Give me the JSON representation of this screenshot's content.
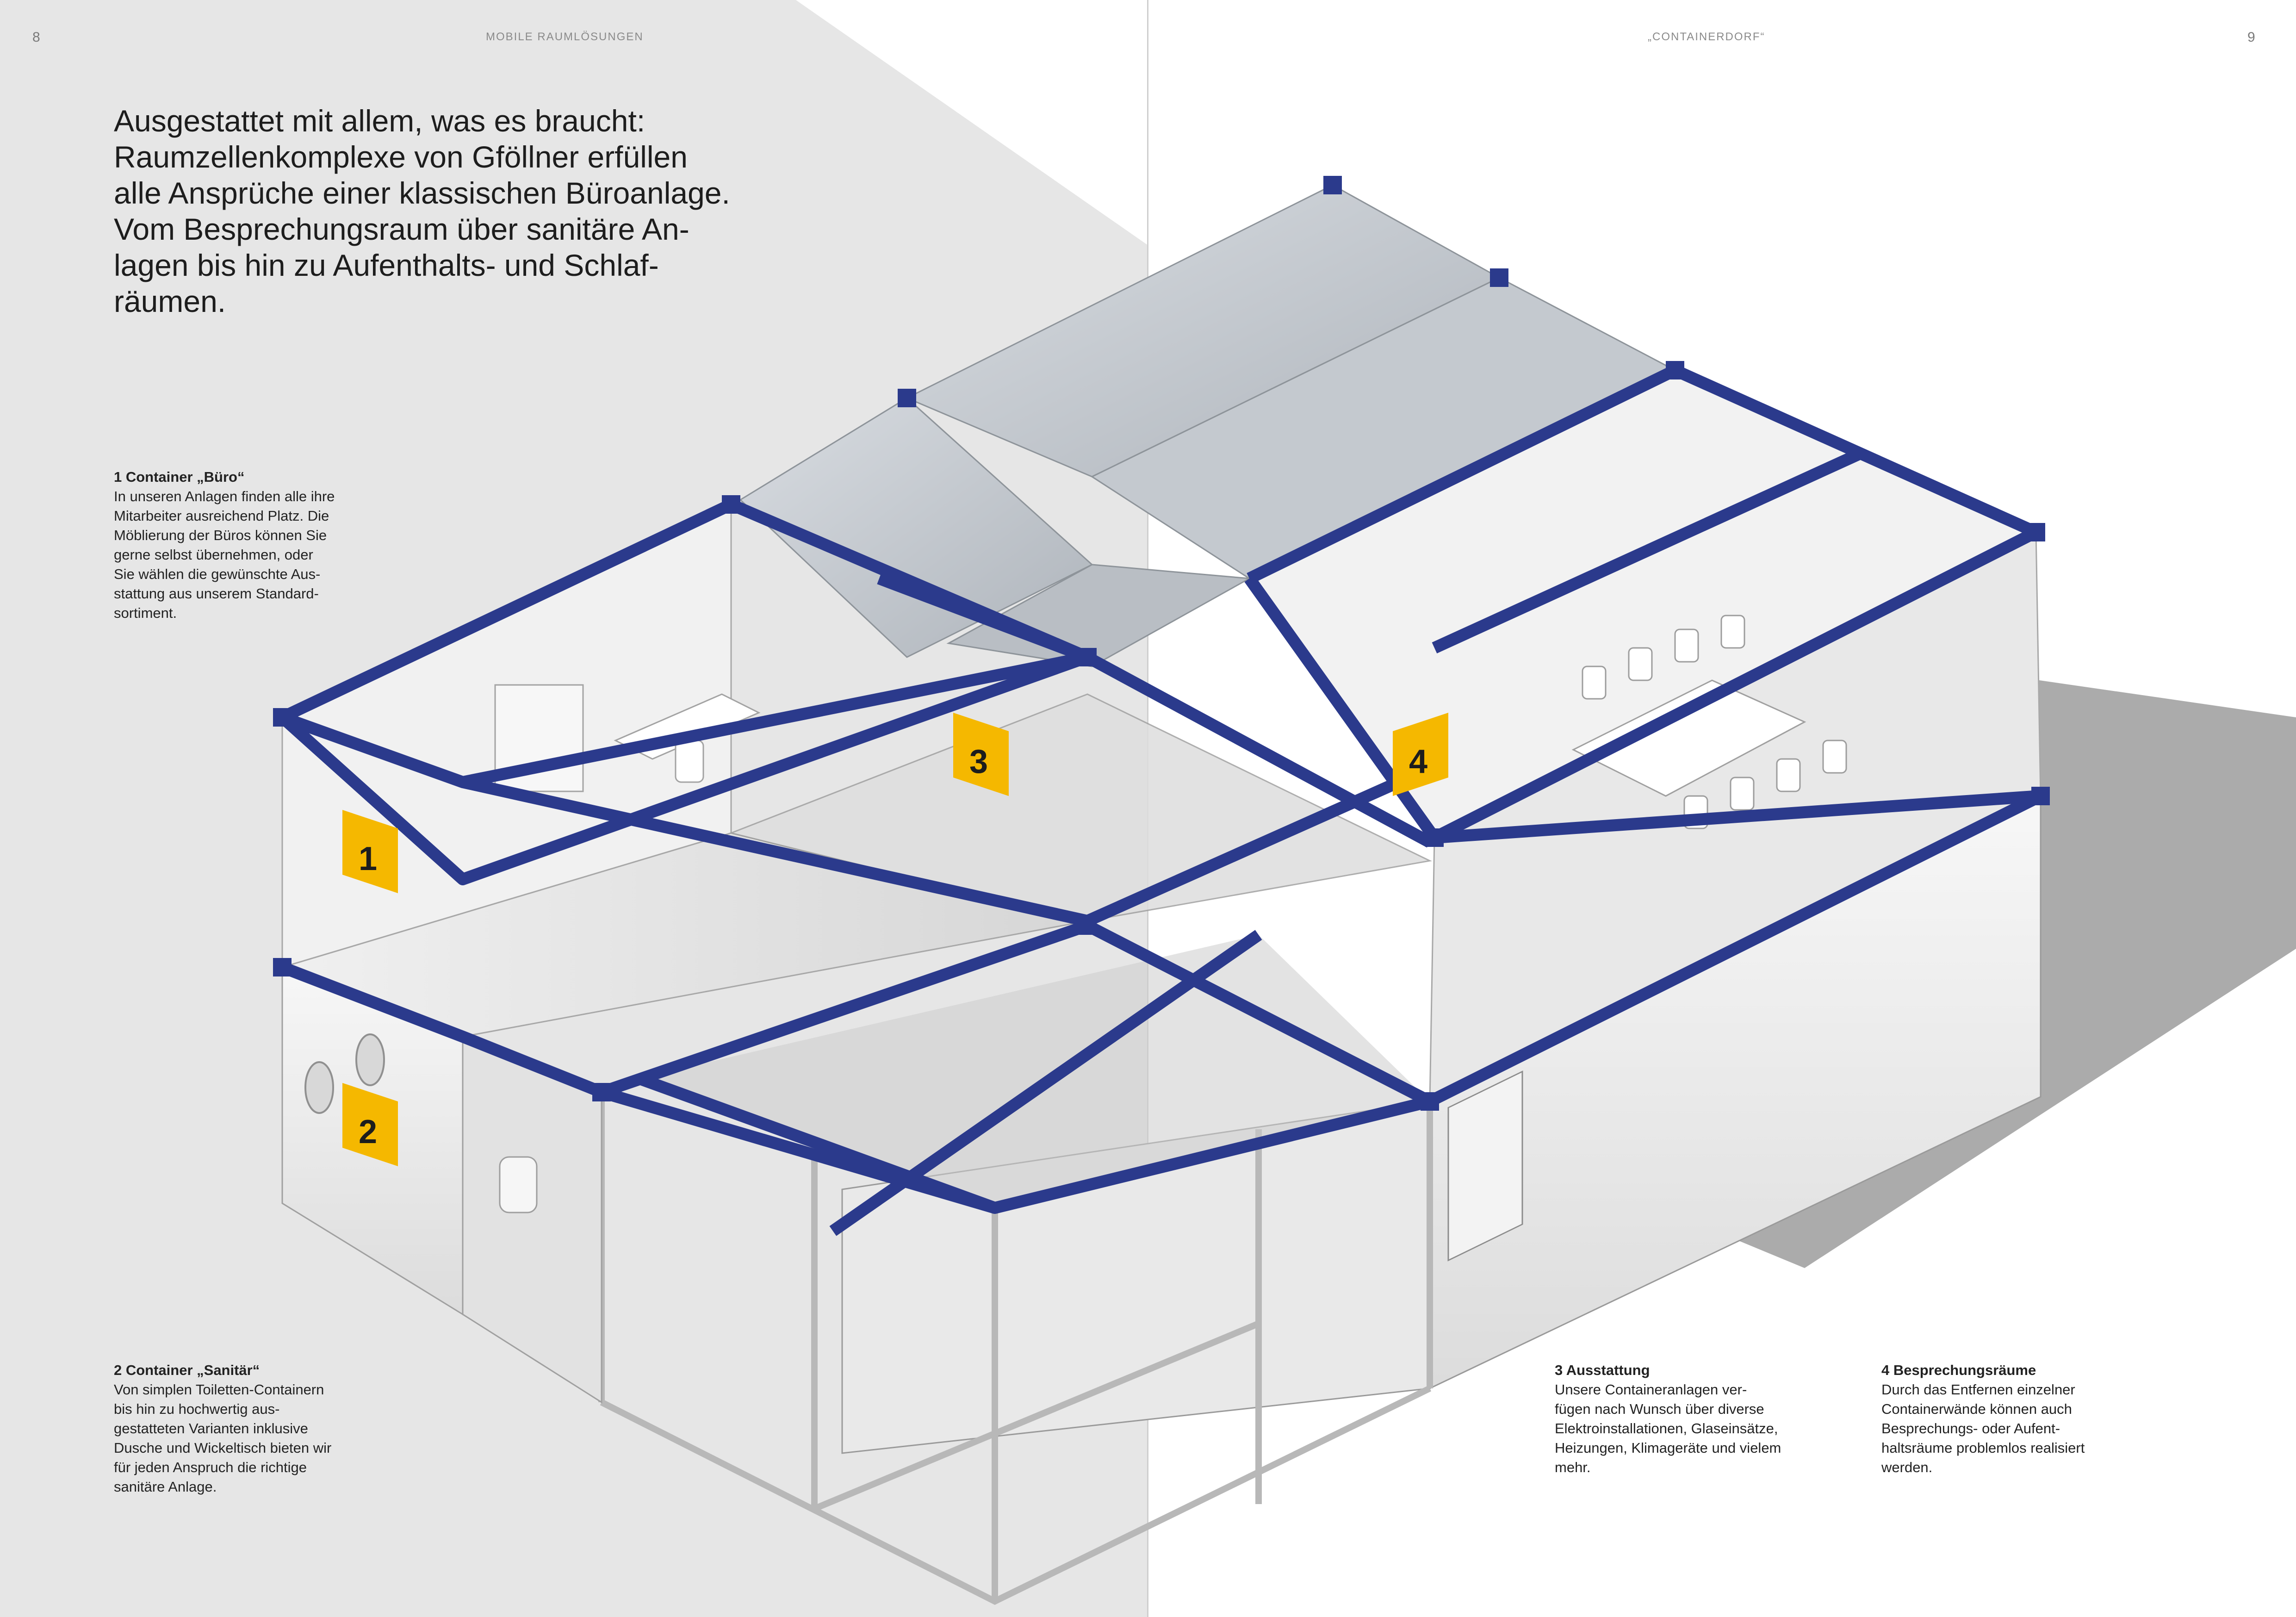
{
  "colors": {
    "page_gray": "#e6e6e6",
    "frame_blue": "#2b3a8c",
    "badge_yellow": "#f5b800",
    "panel_white": "#f4f4f4"
  },
  "left_page": {
    "folio": "8",
    "running_head": "MOBILE RAUMLÖSUNGEN",
    "intro": "Ausgestattet  mit allem, was es braucht:\nRaumzellenkomplexe von Gföllner erfüllen\nalle Ansprüche einer klassischen Büroanlage.\nVom Besprechungsraum über sanitäre An-\nlagen bis hin zu Aufenthalts- und Schlaf-\nräumen."
  },
  "right_page": {
    "folio": "9",
    "running_head": "„CONTAINERDORF“"
  },
  "captions": [
    {
      "title": "1 Container „Büro“",
      "text": "In unseren Anlagen finden alle ihre\nMitarbeiter ausreichend Platz. Die\nMöblierung der Büros können Sie\ngerne selbst übernehmen, oder\nSie wählen die gewünschte Aus-\nstattung aus unserem Standard-\nsortiment."
    },
    {
      "title": "2 Container „Sanitär“",
      "text": "Von simplen Toiletten-Containern\nbis hin zu hochwertig aus-\ngestatteten Varianten inklusive\nDusche und Wickeltisch bieten wir\nfür jeden Anspruch die richtige\nsanitäre Anlage."
    },
    {
      "title": "3 Ausstattung",
      "text": "Unsere Containeranlagen ver-\nfügen nach Wunsch über diverse\nElektroinstallationen, Glaseinsätze,\nHeizungen, Klimageräte und vielem\nmehr."
    },
    {
      "title": "4 Besprechungsräume",
      "text": "Durch das Entfernen einzelner\nContainerwände können auch\nBesprechungs- oder Aufent-\nhaltsräume problemlos realisiert\nwerden."
    }
  ],
  "badges": [
    "1",
    "2",
    "3",
    "4"
  ]
}
